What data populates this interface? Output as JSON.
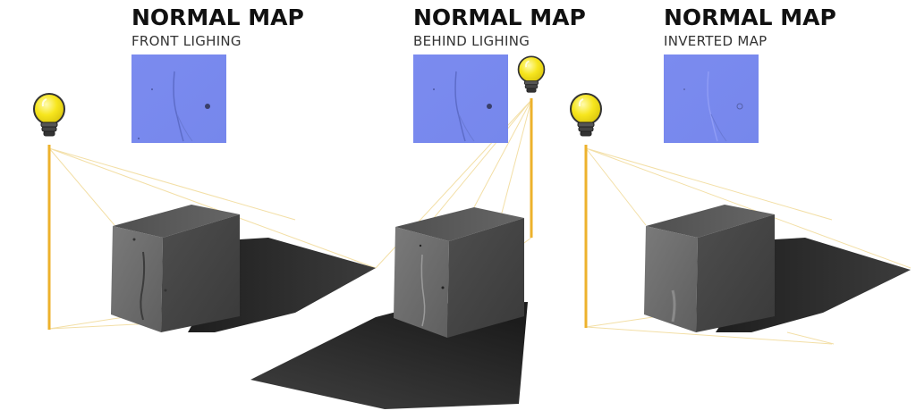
{
  "panels": [
    {
      "title": "NORMAL MAP",
      "subtitle": "FRONT LIGHING"
    },
    {
      "title": "NORMAL MAP",
      "subtitle": "BEHIND LIGHING"
    },
    {
      "title": "NORMAL MAP",
      "subtitle": "INVERTED MAP"
    }
  ],
  "colors": {
    "normal_map": "#7B8BEF",
    "bulb": "#F7E61E",
    "light_pole": "#EDB22C",
    "light_ray": "#F3DFA6",
    "shadow": "#2B2B2B",
    "cube_top": "#555555",
    "cube_front": "#6E6E6E",
    "cube_side": "#484848"
  },
  "icons": {
    "light": "light-bulb-icon",
    "map": "normal-map-swatch"
  }
}
